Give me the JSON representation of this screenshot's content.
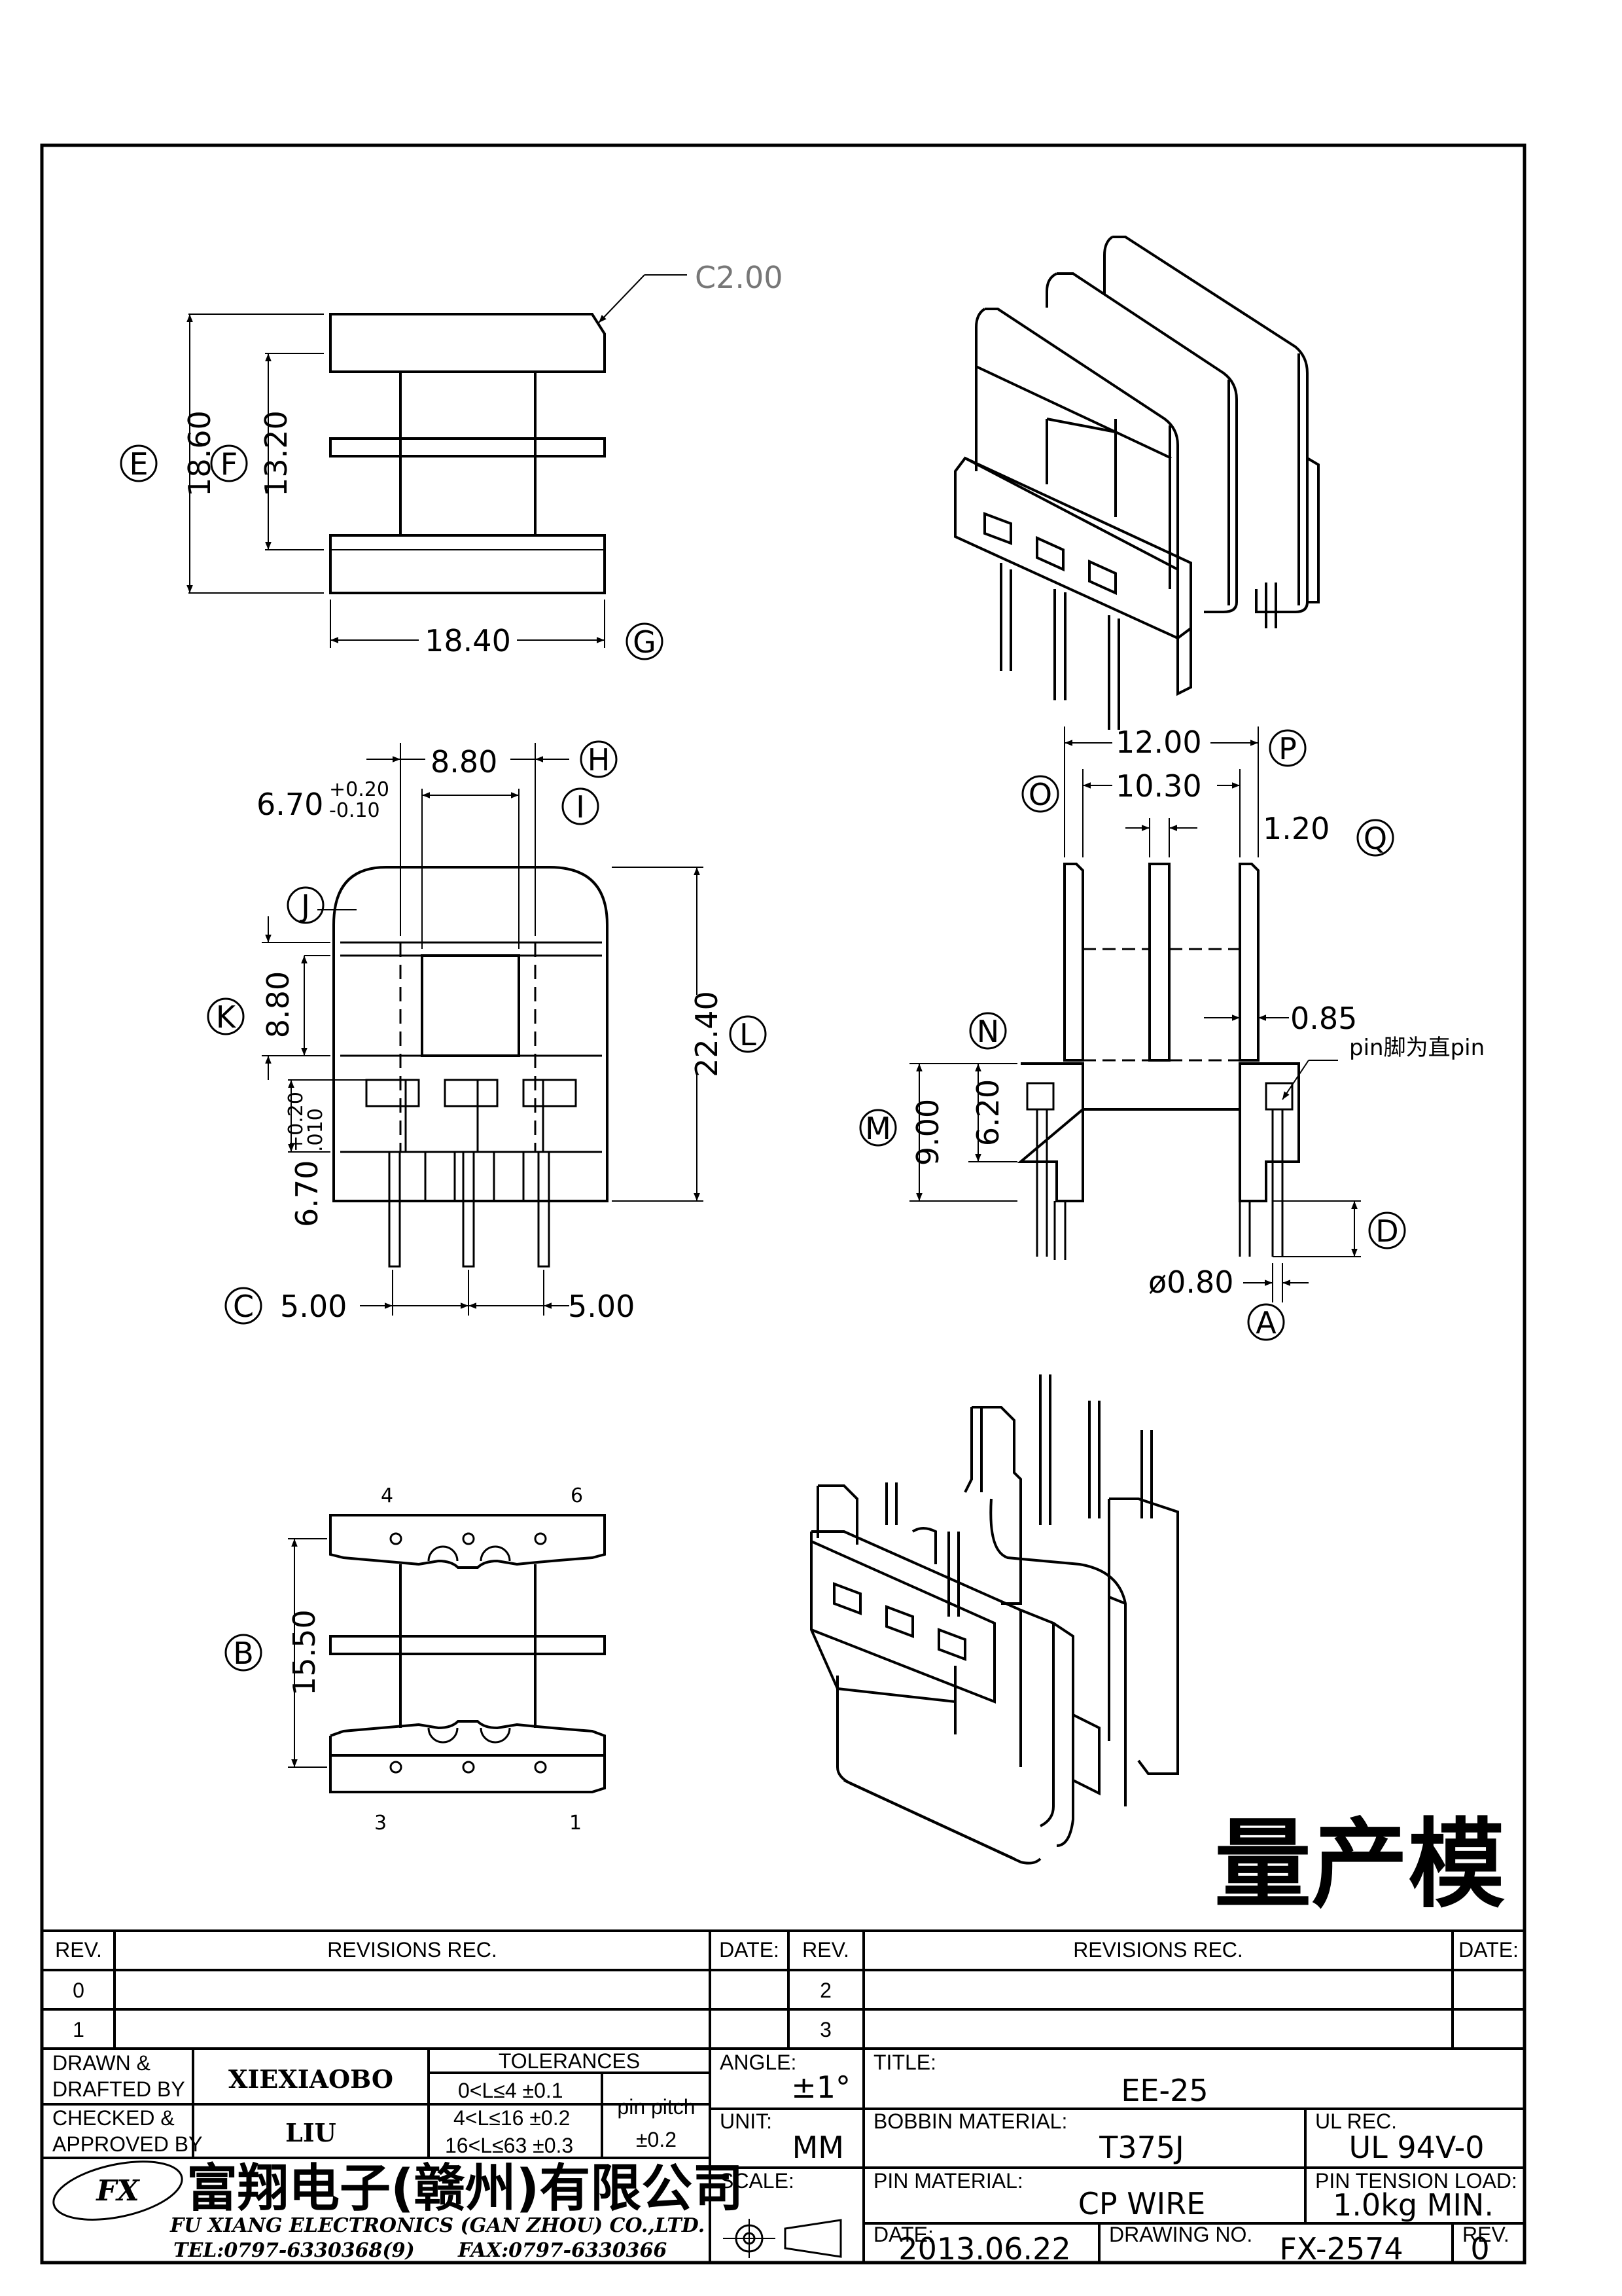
{
  "dims": {
    "chamfer": "C2.00",
    "E_dim": "18.60",
    "F_dim": "13.20",
    "G_dim": "18.40",
    "H_dim": "8.80",
    "I_dim": "6.70",
    "I_tol_plus": "+0.20",
    "I_tol_minus": "-0.10",
    "K_dim": "8.80",
    "L_dim": "22.40",
    "bottom_tol_plus": "+0.20",
    "bottom_tol_minus": ".010",
    "bottom_dim": "6.70",
    "C_left": "5.00",
    "C_right": "5.00",
    "P_dim": "12.00",
    "O_dim": "10.30",
    "Q_dim": "1.20",
    "flange_dim": "0.85",
    "pin_note": "pin脚为直pin",
    "M_dim": "9.00",
    "N_dim": "6.20",
    "A_dim": "ø0.80",
    "B_dim": "15.50"
  },
  "letters": [
    "A",
    "B",
    "C",
    "D",
    "E",
    "F",
    "G",
    "H",
    "I",
    "J",
    "K",
    "L",
    "M",
    "N",
    "O",
    "P",
    "Q"
  ],
  "pins": [
    "4",
    "6",
    "3",
    "1"
  ],
  "stamp": "量产模",
  "revisions": {
    "rev_header": "REV.",
    "rec_header": "REVISIONS   REC.",
    "date_header": "DATE:",
    "rows_left": [
      "0",
      "1"
    ],
    "rows_right": [
      "2",
      "3"
    ]
  },
  "title_block": {
    "drawn_label_1": "DRAWN &",
    "drawn_label_2": "DRAFTED BY",
    "drawn_value": "XIEXIAOBO",
    "checked_label_1": "CHECKED &",
    "checked_label_2": "APPROVED BY",
    "checked_value": "LIU",
    "tolerances_label": "TOLERANCES",
    "tol_1": "0<L≤4   ±0.1",
    "tol_2": "4<L≤16  ±0.2",
    "tol_3": "16<L≤63 ±0.3",
    "pin_pitch_label": "pin pitch",
    "pin_pitch_value": "±0.2",
    "angle_label": "ANGLE:",
    "angle_value": "±1°",
    "unit_label": "UNIT:",
    "unit_value": "MM",
    "scale_label": "SCALE:",
    "title_label": "TITLE:",
    "title_value": "EE-25",
    "bobbin_label": "BOBBIN MATERIAL:",
    "bobbin_value": "T375J",
    "ul_label": "UL REC.",
    "ul_value": "UL 94V-0",
    "pin_material_label": "PIN MATERIAL:",
    "pin_material_value": "CP WIRE",
    "tension_label": "PIN TENSION LOAD:",
    "tension_value": "1.0kg MIN.",
    "date_label": "DATE:",
    "date_value": "2013.06.22",
    "drawing_label": "DRAWING NO.",
    "drawing_value": "FX-2574",
    "rev_label": "REV.",
    "rev_value": "0",
    "company_cn": "富翔电子(赣州)有限公司",
    "company_en": "FU XIANG ELECTRONICS (GAN ZHOU) CO.,LTD.",
    "tel": "TEL:0797-6330368(9)",
    "fax": "FAX:0797-6330366",
    "logo": "FX"
  }
}
